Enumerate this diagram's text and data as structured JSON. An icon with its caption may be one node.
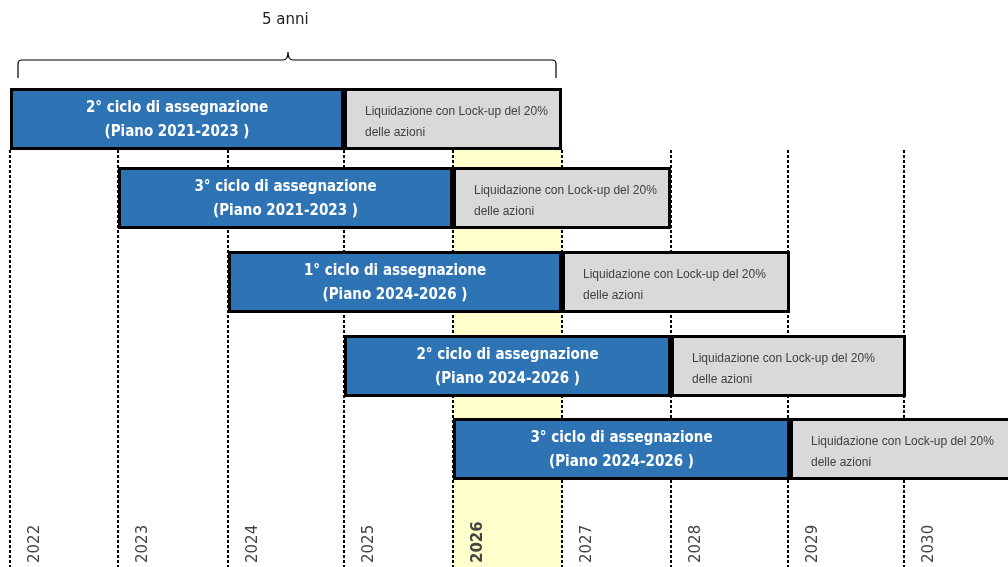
{
  "diagram": {
    "nodes": [
      {
        "text": [
          "2° ciclo di assegnazione",
          "(Piano 2021-2023 )"
        ]
      },
      {
        "text": [
          "Liquidazione con Lock-up del 20% delle azioni"
        ]
      },
      {
        "text": [
          "3° ciclo di assegnazione",
          "(Piano 2021-2023 )"
        ]
      },
      {
        "text": [
          "Liquidazione con Lock-up del 20% delle azioni"
        ]
      },
      {
        "text": [
          "1° ciclo di assegnazione",
          "(Piano 2024-2026 )"
        ]
      },
      {
        "text": [
          "Liquidazione con Lock-up del 20% delle azioni"
        ]
      },
      {
        "text": [
          "2° ciclo di assegnazione",
          "(Piano 2024-2026 )"
        ]
      },
      {
        "text": [
          "Liquidazione con Lock-up del 20% delle azioni"
        ]
      },
      {
        "text": [
          "3° ciclo di assegnazione",
          "(Piano 2024-2026 )"
        ]
      },
      {
        "text": [
          "Liquidazione con Lock-up del 20% delle azioni"
        ]
      }
    ],
    "labels": [
      "5 anni",
      "2022",
      "2023",
      "2024",
      "2025",
      "2026",
      "2027",
      "2028",
      "2029",
      "2030"
    ]
  }
}
